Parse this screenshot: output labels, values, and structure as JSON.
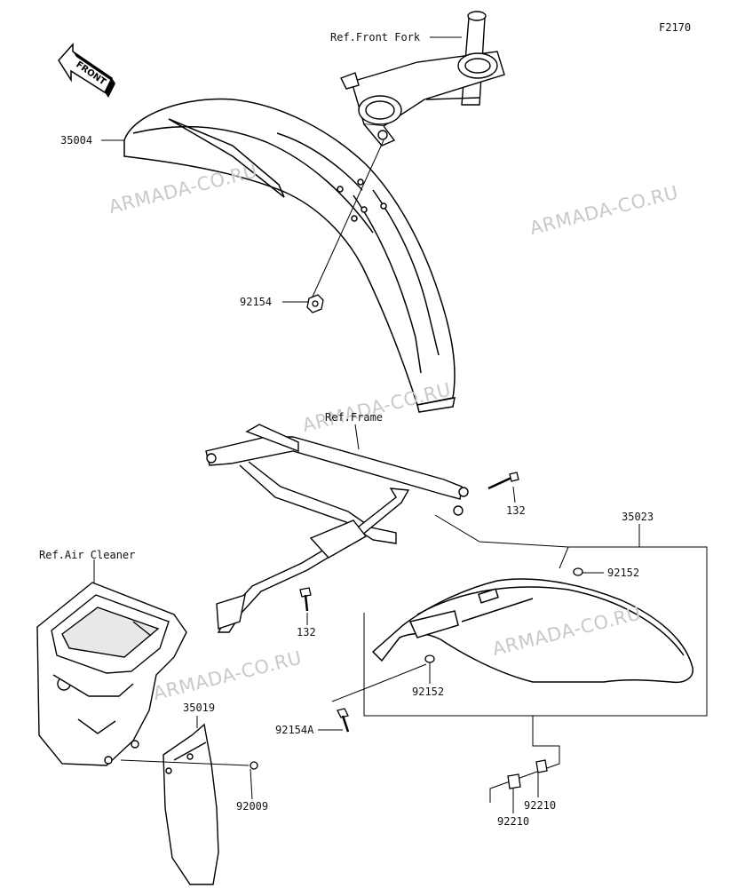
{
  "figure_code": "F2170",
  "front_badge": "FRONT",
  "watermark": "ARMADA-CO.RU",
  "references": {
    "front_fork": "Ref.Front Fork",
    "frame": "Ref.Frame",
    "air_cleaner": "Ref.Air Cleaner"
  },
  "parts": {
    "front_fender": "35004",
    "front_fender_bolt": "92154",
    "frame_bolt": "132",
    "frame_bolt_lower": "132",
    "rear_fender": "35023",
    "rear_fender_collar_upper": "92152",
    "rear_fender_collar_lower": "92152",
    "rear_fender_bolt": "92154A",
    "mud_flap": "35019",
    "mud_flap_screw": "92009",
    "nut_right": "92210",
    "nut_left": "92210"
  }
}
